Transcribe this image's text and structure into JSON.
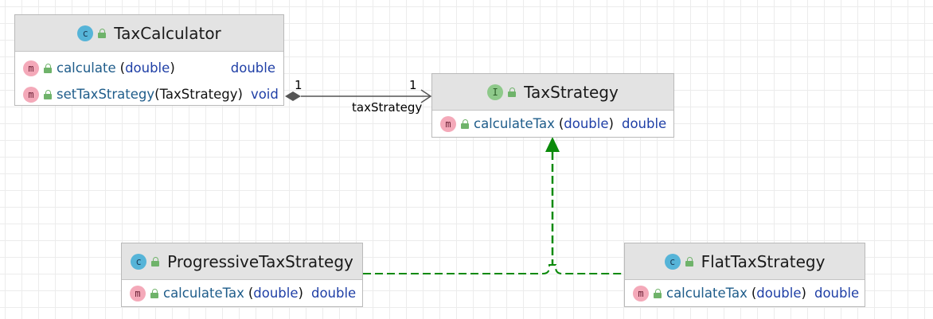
{
  "classes": {
    "tax_calculator": {
      "kind_badge": "c",
      "name": "TaxCalculator",
      "methods": [
        {
          "badge": "m",
          "name": "calculate",
          "params_open": "(",
          "param_type": "double",
          "params_close": ")",
          "return_type": "double"
        },
        {
          "badge": "m",
          "name": "setTaxStrategy",
          "params_open": "(",
          "param_type": "TaxStrategy",
          "params_close": ")",
          "return_type": "void"
        }
      ]
    },
    "tax_strategy": {
      "kind_badge": "I",
      "name": "TaxStrategy",
      "methods": [
        {
          "badge": "m",
          "name": "calculateTax",
          "params_open": "(",
          "param_type": "double",
          "params_close": ")",
          "return_type": "double"
        }
      ]
    },
    "progressive_tax_strategy": {
      "kind_badge": "c",
      "name": "ProgressiveTaxStrategy",
      "methods": [
        {
          "badge": "m",
          "name": "calculateTax",
          "params_open": "(",
          "param_type": "double",
          "params_close": ")",
          "return_type": "double"
        }
      ]
    },
    "flat_tax_strategy": {
      "kind_badge": "c",
      "name": "FlatTaxStrategy",
      "methods": [
        {
          "badge": "m",
          "name": "calculateTax",
          "params_open": "(",
          "param_type": "double",
          "params_close": ")",
          "return_type": "double"
        }
      ]
    }
  },
  "relations": {
    "composition": {
      "source_multiplicity": "1",
      "target_multiplicity": "1",
      "role": "taxStrategy"
    }
  },
  "icons": {
    "class_badge": "class-icon",
    "interface_badge": "interface-icon",
    "method_badge": "method-icon",
    "visibility": "public-lock-icon"
  },
  "colors": {
    "header_bg": "#e3e3e3",
    "border": "#b9b9b9",
    "method_name": "#1e5c8a",
    "type_name": "#1f3fa6",
    "realization_line": "#0a8a0a",
    "composition_line": "#555555"
  }
}
